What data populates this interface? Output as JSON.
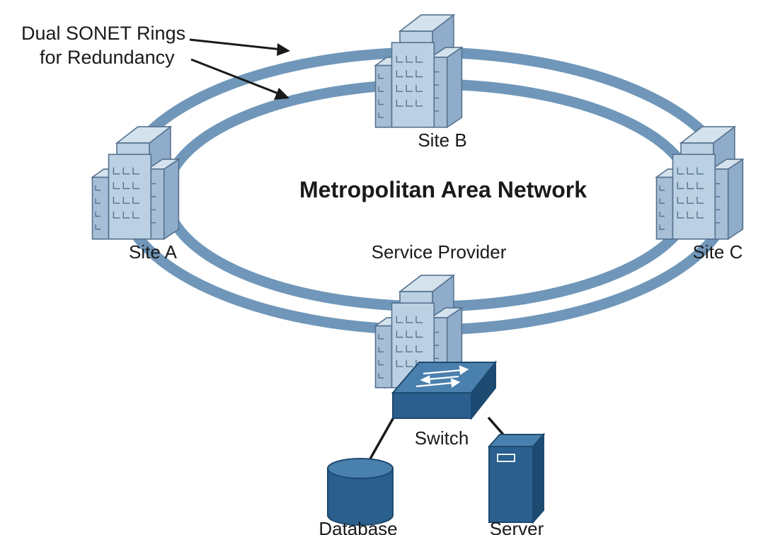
{
  "annotation": {
    "line1": "Dual SONET Rings",
    "line2": "for Redundancy"
  },
  "title": "Metropolitan Area Network",
  "nodes": {
    "site_a": "Site A",
    "site_b": "Site B",
    "site_c": "Site C",
    "service_provider": "Service Provider",
    "switch": "Switch",
    "database": "Database",
    "server": "Server"
  },
  "colors": {
    "ring": "#7097b9",
    "building_light": "#bcd0e3",
    "building_mid": "#a6bfd7",
    "building_dark": "#8fadca",
    "building_outline": "#55728f",
    "device": "#2a5f8e",
    "device_dark": "#1d4a70",
    "device_top": "#4a80ad"
  }
}
